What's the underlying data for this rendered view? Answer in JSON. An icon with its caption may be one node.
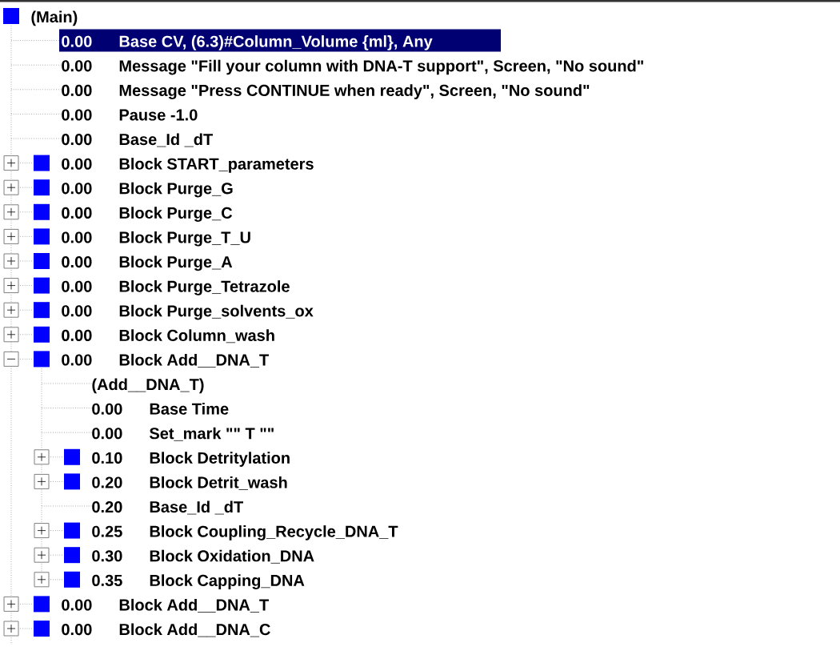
{
  "diagram": {
    "labels": [
      "(Main)",
      "0.00",
      "Base  CV, (6.3)#Column_Volume {ml}, Any",
      "0.00",
      "Message  \"Fill your column with DNA-T support\", Screen, \"No sound\"",
      "0.00",
      "Message  \"Press CONTINUE when ready\", Screen, \"No sound\"",
      "0.00",
      "Pause  -1.0",
      "0.00",
      "Base_Id  _dT",
      "0.00",
      "Block  START_parameters",
      "0.00",
      "Block  Purge_G",
      "0.00",
      "Block  Purge_C",
      "0.00",
      "Block  Purge_T_U",
      "0.00",
      "Block  Purge_A",
      "0.00",
      "Block  Purge_Tetrazole",
      "0.00",
      "Block  Purge_solvents_ox",
      "0.00",
      "Block  Column_wash",
      "0.00",
      "Block  Add__DNA_T",
      "(Add__DNA_T)",
      "0.00",
      "Base  Time",
      "0.00",
      "Set_mark  \"\" T \"\"",
      "0.10",
      "Block  Detritylation",
      "0.20",
      "Block  Detrit_wash",
      "0.20",
      "Base_Id  _dT",
      "0.25",
      "Block  Coupling_Recycle_DNA_T",
      "0.30",
      "Block  Oxidation_DNA",
      "0.35",
      "Block  Capping_DNA",
      "0.00",
      "Block  Add__DNA_T",
      "0.00",
      "Block  Add__DNA_C"
    ]
  }
}
